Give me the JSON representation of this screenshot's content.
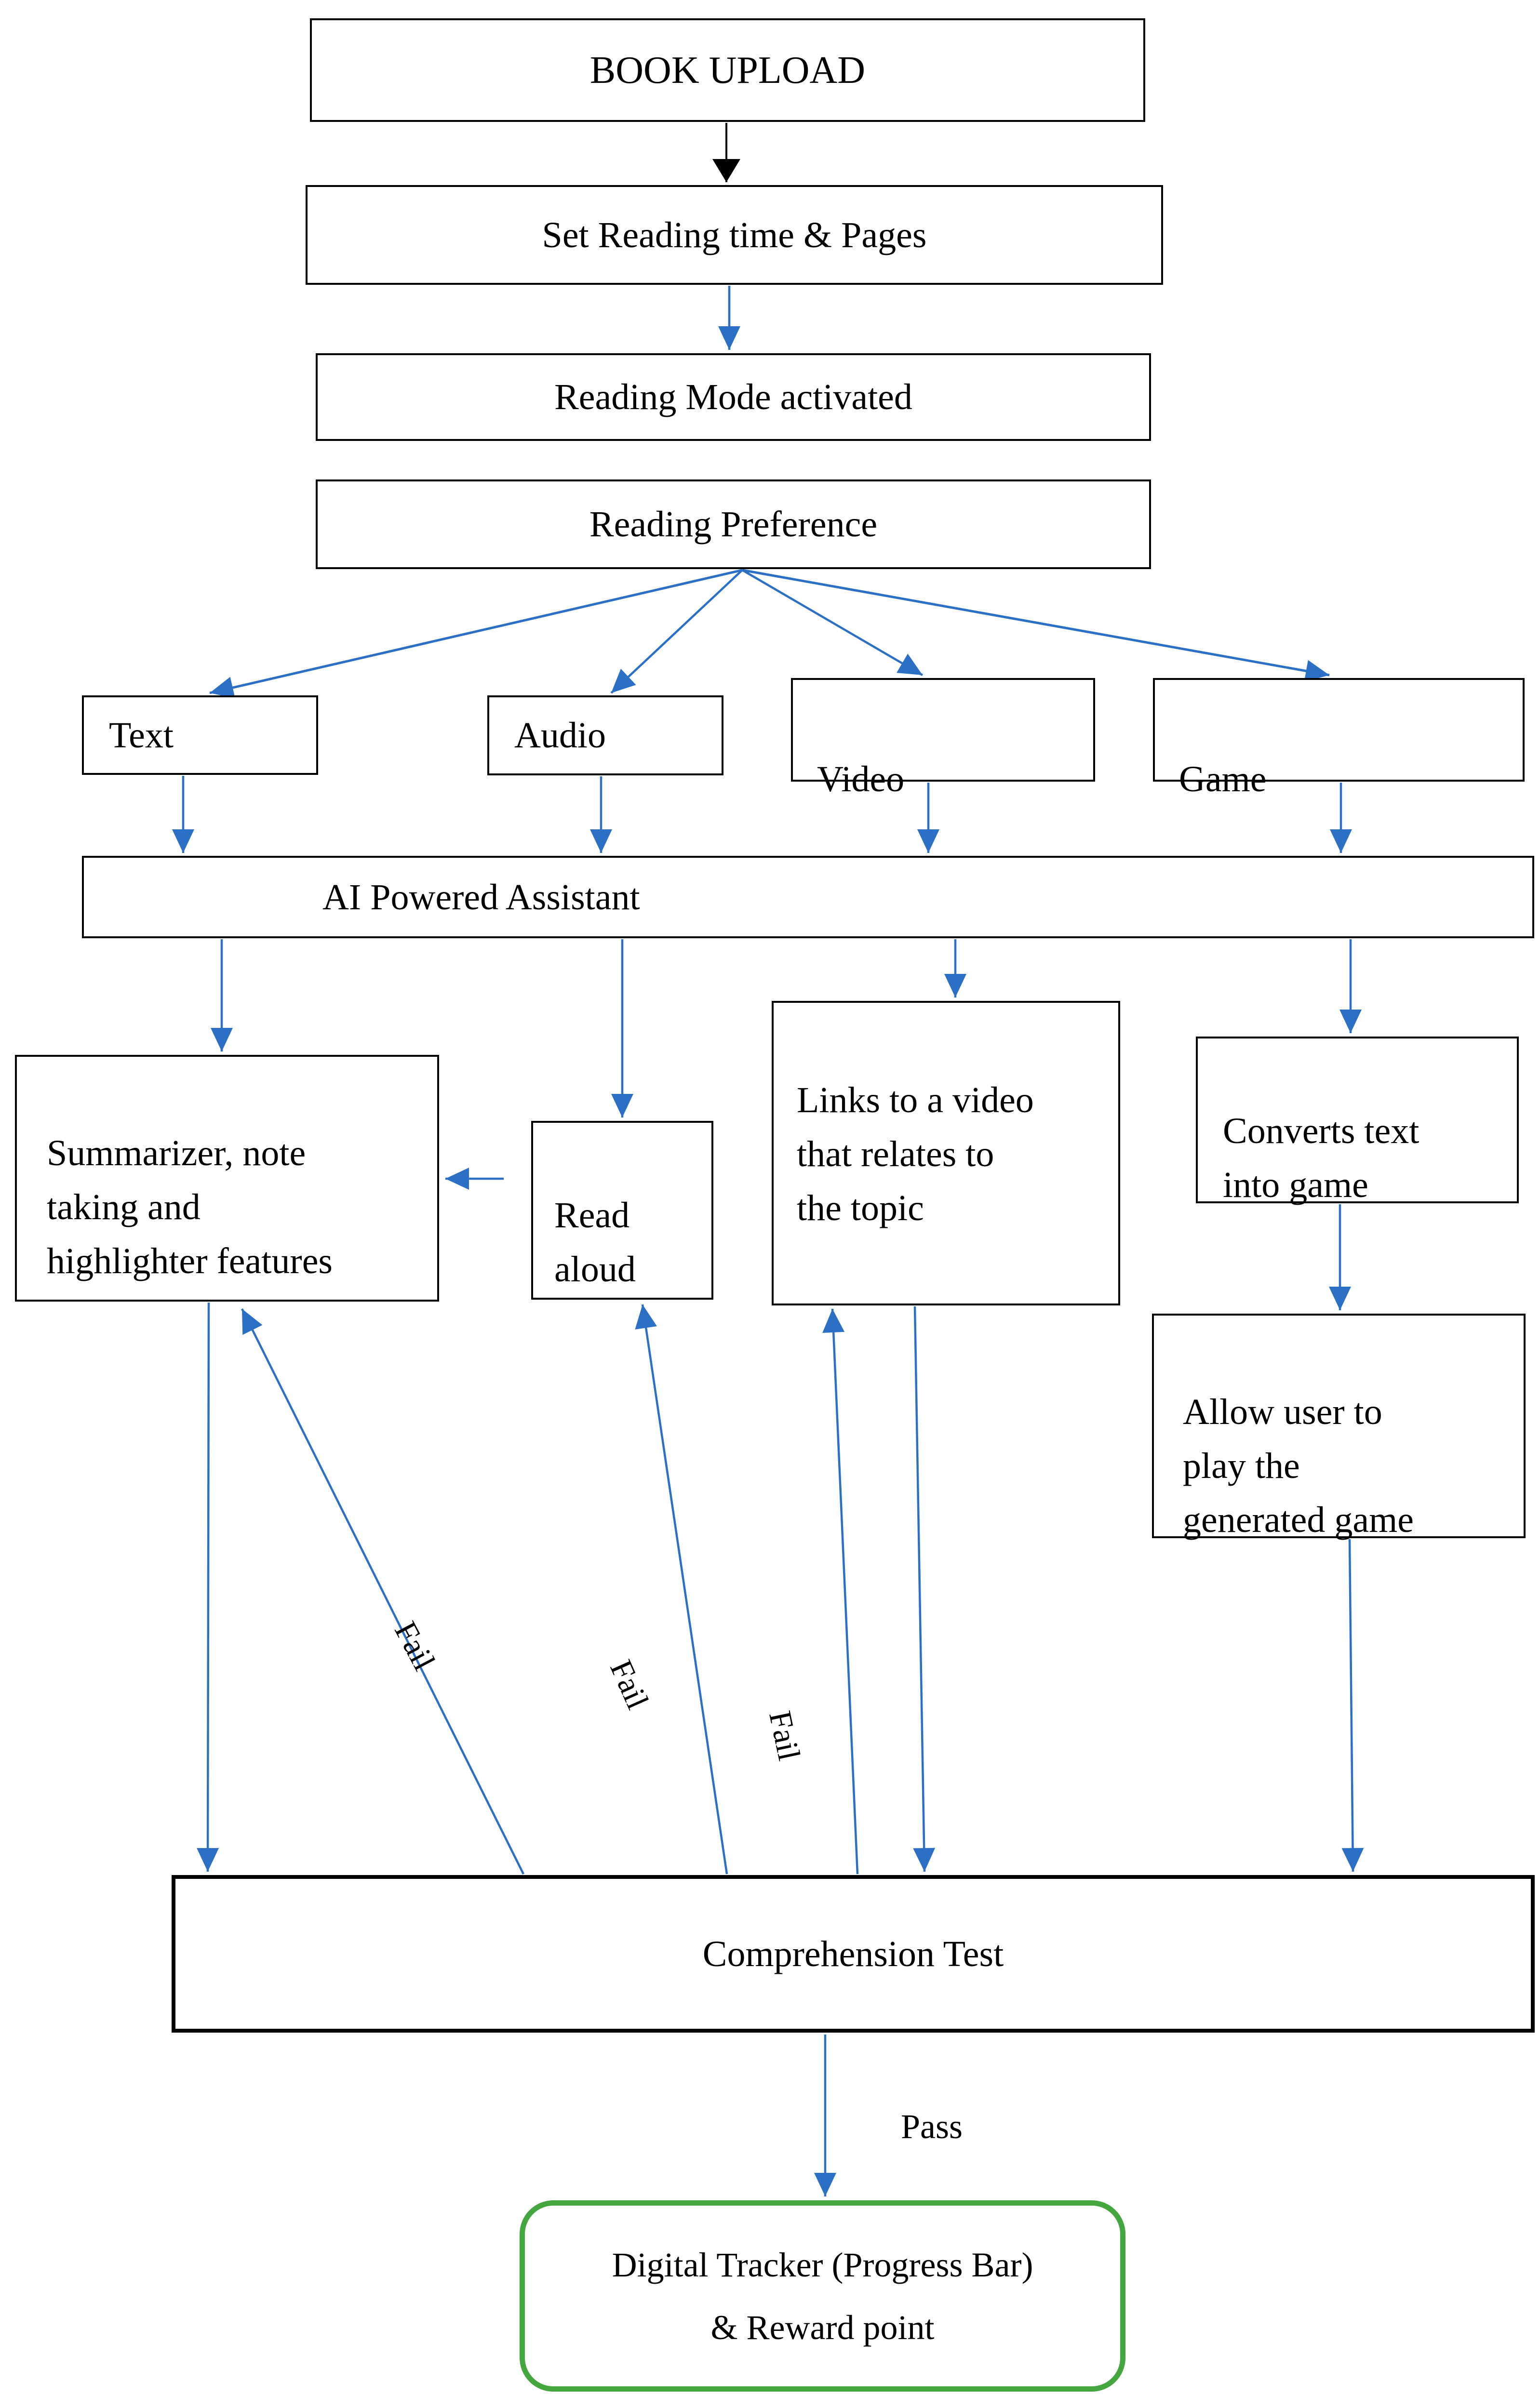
{
  "diagram_title": "Book upload reading flow",
  "colors": {
    "background": "#ffffff",
    "arrow_blue": "#2b70c5",
    "arrow_black": "#000000",
    "box_border": "#000000",
    "success_green": "#44a63e",
    "text": "#000000"
  },
  "nodes": {
    "book_upload": {
      "label": "BOOK UPLOAD"
    },
    "set_reading": {
      "label": "Set Reading time & Pages"
    },
    "reading_mode": {
      "label": "Reading Mode activated"
    },
    "reading_preference": {
      "label": "Reading Preference"
    },
    "text_option": {
      "label": "Text"
    },
    "audio_option": {
      "label": "Audio"
    },
    "video_option": {
      "label": "Video"
    },
    "game_option": {
      "label": "Game"
    },
    "ai_assistant": {
      "label": "AI Powered Assistant"
    },
    "summarizer": {
      "label": "Summarizer, note\ntaking and\nhighlighter features"
    },
    "read_aloud": {
      "label": "Read\naloud"
    },
    "video_links": {
      "label": "Links to a video\nthat relates to\nthe topic"
    },
    "converts_game": {
      "label": "Converts text\ninto game"
    },
    "play_game": {
      "label": "Allow user to\nplay the\ngenerated game"
    },
    "comprehension_test": {
      "label": "Comprehension Test"
    },
    "digital_tracker": {
      "label": "Digital Tracker (Progress Bar)\n& Reward point"
    }
  },
  "edge_labels": {
    "fail_to_summarizer": "Fail",
    "fail_to_read_aloud": "Fail",
    "fail_to_video_links": "Fail",
    "pass": "Pass"
  }
}
